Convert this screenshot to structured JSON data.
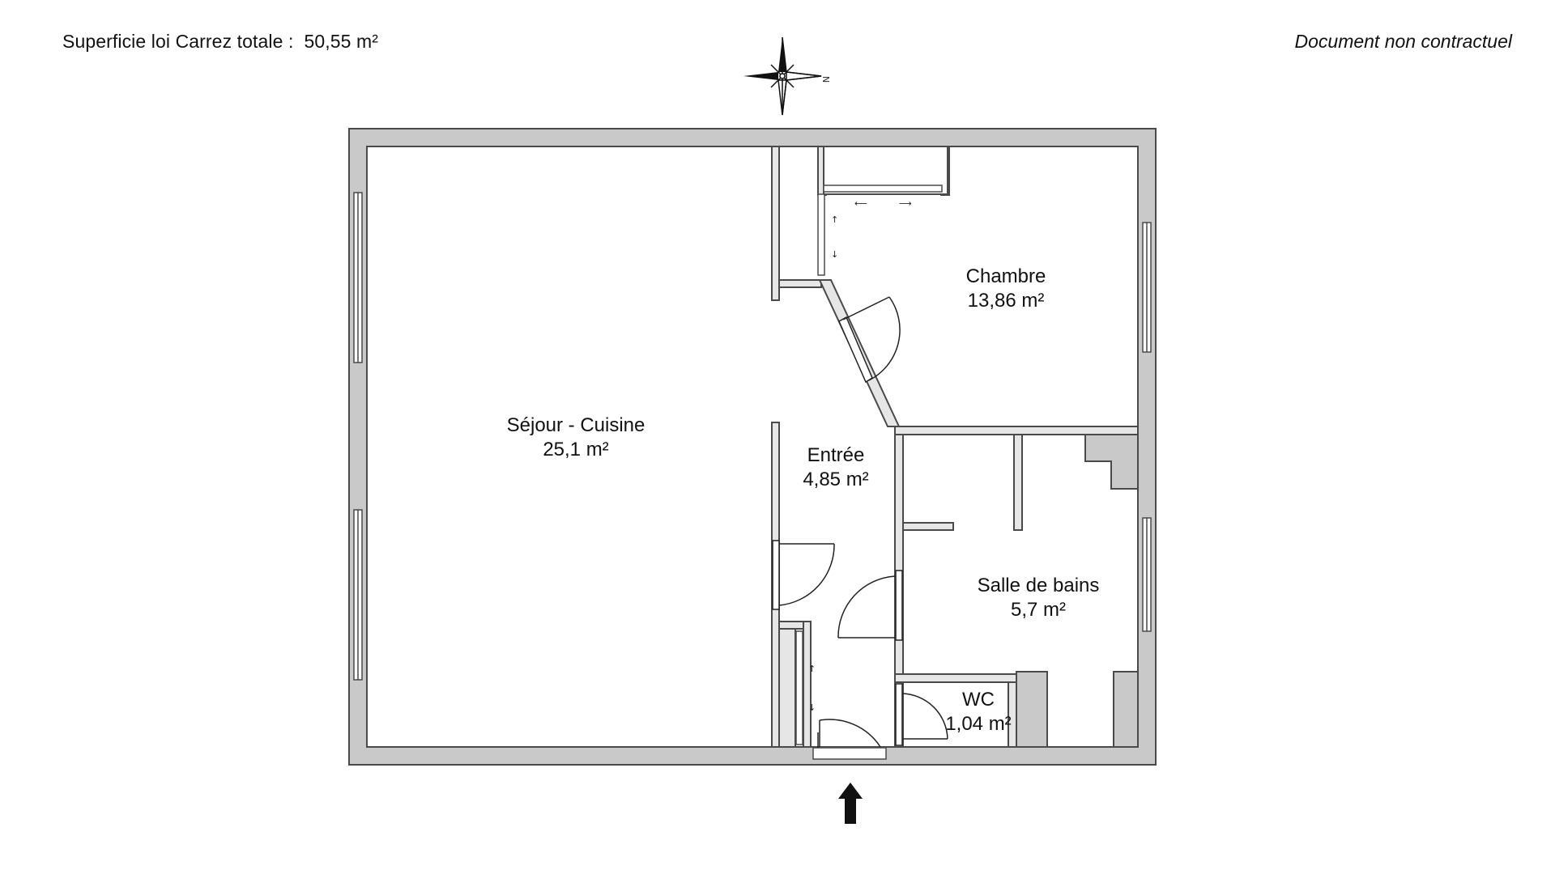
{
  "header": {
    "total_area_label": "Superficie loi Carrez totale :",
    "total_area_value": "50,55 m²",
    "disclaimer": "Document non contractuel"
  },
  "compass": {
    "north_letter": "N",
    "icon": "compass-rose-icon"
  },
  "entrance": {
    "icon": "entrance-arrow-icon"
  },
  "rooms": [
    {
      "key": "sejour",
      "name": "Séjour - Cuisine",
      "area": "25,1 m²"
    },
    {
      "key": "chambre",
      "name": "Chambre",
      "area": "13,86 m²"
    },
    {
      "key": "entree",
      "name": "Entrée",
      "area": "4,85 m²"
    },
    {
      "key": "sdb",
      "name": "Salle de bains",
      "area": "5,7 m²"
    },
    {
      "key": "wc",
      "name": "WC",
      "area": "1,04 m²"
    }
  ],
  "colors": {
    "wall_fill": "#c9c9c9",
    "wall_stroke": "#4a4a4a",
    "line": "#222222",
    "background": "#ffffff"
  }
}
